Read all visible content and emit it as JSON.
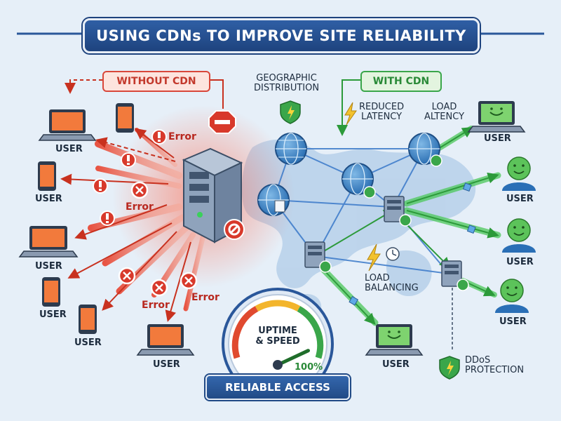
{
  "title": "USING CDNs TO IMPROVE SITE RELIABILITY",
  "without_cdn": {
    "label": "WITHOUT CDN",
    "user_label": "USER",
    "error_label": "Error"
  },
  "with_cdn": {
    "label": "WITH CDN",
    "user_label": "USER"
  },
  "features": {
    "geographic_distribution": [
      "GEOGRAPHIC",
      "DISTRIBUTION"
    ],
    "reduced_latency": [
      "REDUCED",
      "LATENCY"
    ],
    "load_altency": [
      "LOAD",
      "ALTENCY"
    ],
    "load_balancing": [
      "LOAD",
      "BALANCING"
    ],
    "ddos_protection": [
      "DDoS",
      "PROTECTION"
    ]
  },
  "gauge": {
    "label": [
      "UPTIME",
      "& SPEED"
    ],
    "percent": "100%",
    "value": 100
  },
  "bottom_banner": "RELIABLE ACCESS",
  "colors": {
    "title_blue": "#2a579a",
    "danger_red": "#d9473a",
    "success_green": "#3aa64a",
    "background": "#e6eff8"
  }
}
